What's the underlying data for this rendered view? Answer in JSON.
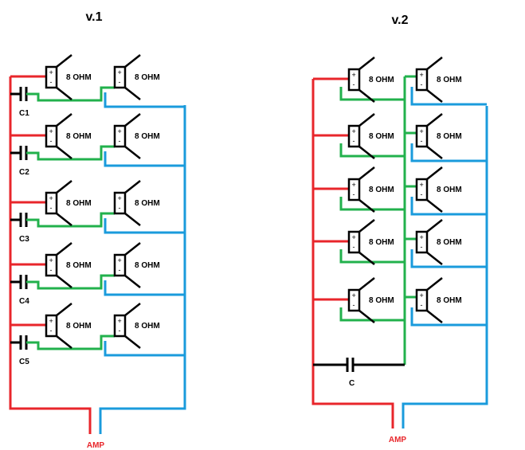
{
  "diagrams": {
    "v1": {
      "title": "v.1",
      "speaker_label": "8 OHM",
      "plus": "+",
      "minus": "-",
      "capacitors": [
        "C1",
        "C2",
        "C3",
        "C4",
        "C5"
      ],
      "amp_label": "AMP"
    },
    "v2": {
      "title": "v.2",
      "speaker_label": "8 OHM",
      "plus": "+",
      "minus": "-",
      "capacitor": "C",
      "amp_label": "AMP"
    }
  },
  "colors": {
    "positive_wire": "#e8262b",
    "negative_wire": "#1a9bdc",
    "link_wire": "#22b14c",
    "capacitor_wire": "#000000"
  }
}
